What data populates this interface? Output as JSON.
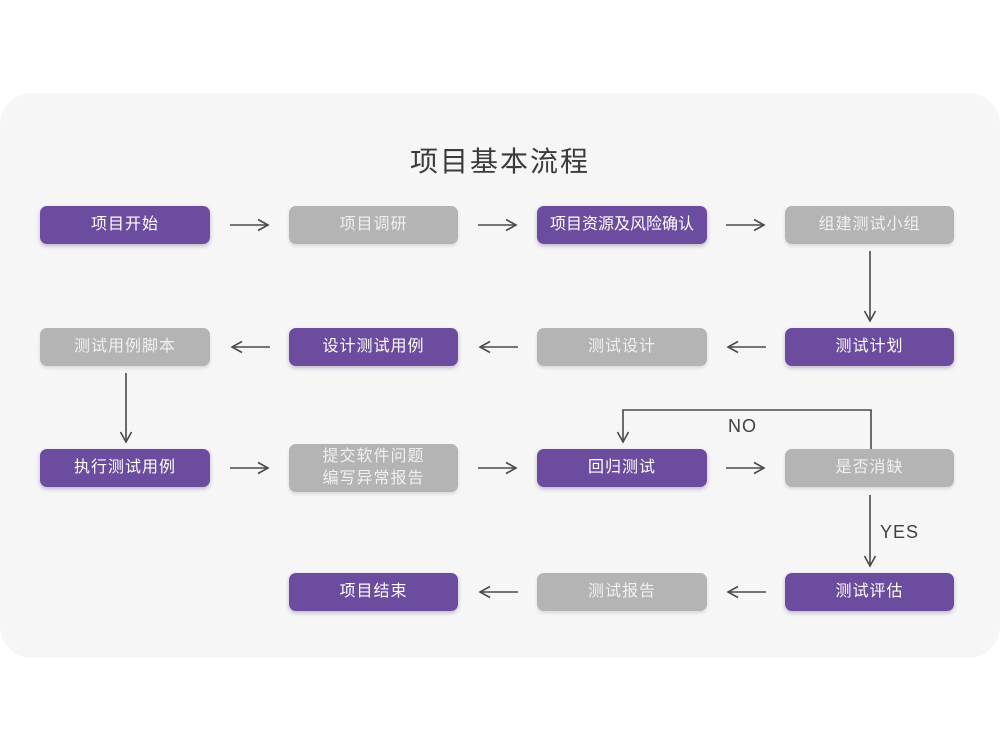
{
  "header": {
    "title": "项目基本流程"
  },
  "theme": {
    "node_purple": "#6C4C9F",
    "node_gray": "#B4B4B5",
    "card_background": "#F6F6F7",
    "arrow_color": "#4A4A4A",
    "node_text_color": "#FFFFFF",
    "title_color": "#3B3B3B"
  },
  "flow": {
    "nodes": [
      {
        "id": "project-start",
        "label": "项目开始",
        "variant": "purple"
      },
      {
        "id": "project-research",
        "label": "项目调研",
        "variant": "gray"
      },
      {
        "id": "resource-risk-confirm",
        "label": "项目资源及风险确认",
        "variant": "purple"
      },
      {
        "id": "build-test-team",
        "label": "组建测试小组",
        "variant": "gray"
      },
      {
        "id": "test-plan",
        "label": "测试计划",
        "variant": "purple"
      },
      {
        "id": "test-design",
        "label": "测试设计",
        "variant": "gray"
      },
      {
        "id": "design-test-cases",
        "label": "设计测试用例",
        "variant": "purple"
      },
      {
        "id": "test-case-script",
        "label": "测试用例脚本",
        "variant": "gray"
      },
      {
        "id": "execute-test-cases",
        "label": "执行测试用例",
        "variant": "purple"
      },
      {
        "id": "submit-issue-report",
        "label": "提交软件问题\n编写异常报告",
        "variant": "gray"
      },
      {
        "id": "regression-test",
        "label": "回归测试",
        "variant": "purple"
      },
      {
        "id": "defect-cleared",
        "label": "是否消缺",
        "variant": "gray"
      },
      {
        "id": "test-evaluation",
        "label": "测试评估",
        "variant": "purple"
      },
      {
        "id": "test-report",
        "label": "测试报告",
        "variant": "gray"
      },
      {
        "id": "project-end",
        "label": "项目结束",
        "variant": "purple"
      }
    ],
    "decision_labels": {
      "no": "NO",
      "yes": "YES"
    }
  }
}
